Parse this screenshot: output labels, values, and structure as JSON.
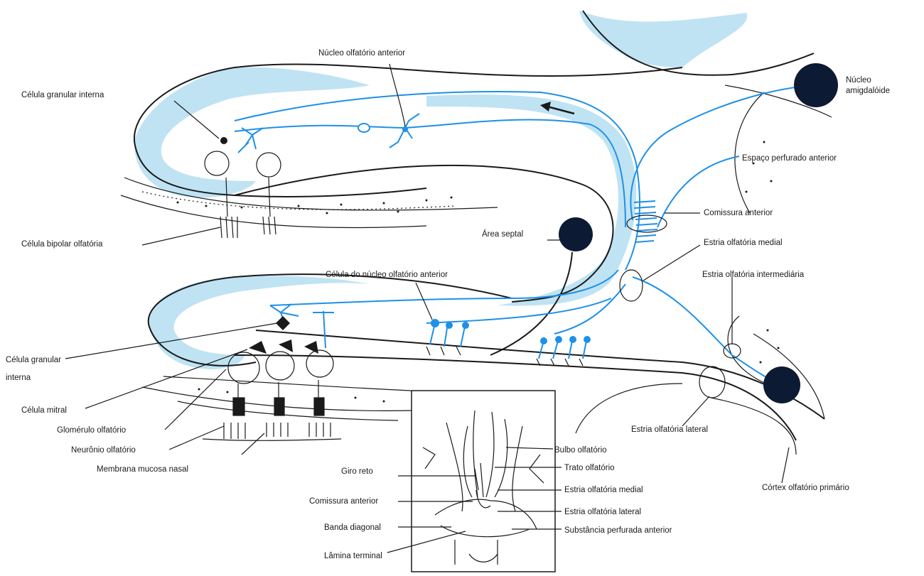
{
  "colors": {
    "pathway_blue": "#1e90e8",
    "region_fill": "#bfe3f3",
    "ink": "#1a1a1a",
    "nucleus_fill": "#0d1a33"
  },
  "labels": {
    "nucleo_olfatorio_anterior": "Núcleo olfatório anterior",
    "celula_granular_interna_top": "Célula granular interna",
    "nucleo_amigdaloide_1": "Núcleo",
    "nucleo_amigdaloide_2": "amigdalóide",
    "espaco_perfurado_anterior": "Espaço perfurado anterior",
    "comissura_anterior": "Comissura anterior",
    "celula_bipolar_olfatoria": "Célula bipolar olfatória",
    "area_septal": "Área septal",
    "estria_olfatoria_medial": "Estria olfatória medial",
    "celula_nucleo_olfatorio_anterior": "Célula do núcleo olfatório anterior",
    "estria_olfatoria_intermediaria": "Estria olfatória intermediária",
    "celula_granular_interna_bottom_1": "Célula granular",
    "celula_granular_interna_bottom_2": "interna",
    "celula_mitral": "Célula mitral",
    "glomerulo_olfatorio": "Glomérulo olfatório",
    "neuronio_olfatorio": "Neurônio olfatório",
    "membrana_mucosa_nasal": "Membrana mucosa nasal",
    "estria_olfatoria_lateral": "Estria olfatória lateral",
    "cortex_olfatorio_primario": "Córtex olfatório primário"
  },
  "inset_labels": {
    "bulbo_olfatorio": "Bulbo olfatório",
    "trato_olfatorio": "Trato olfatório",
    "giro_reto": "Giro reto",
    "estria_olfatoria_medial": "Estria olfatória medial",
    "comissura_anterior": "Comissura anterior",
    "estria_olfatoria_lateral": "Estria olfatória lateral",
    "banda_diagonal": "Banda diagonal",
    "substancia_perfurada_anterior": "Substância perfurada anterior",
    "lamina_terminal": "Lâmina terminal"
  }
}
